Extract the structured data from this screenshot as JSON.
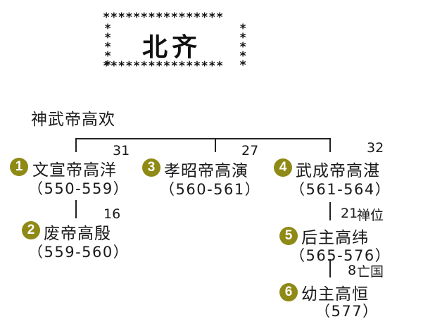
{
  "title": {
    "text": "北齐",
    "star_row": "****************",
    "star_col": "*\n*\n*\n*\n*"
  },
  "root": {
    "name": "神武帝高欢"
  },
  "rulers": [
    {
      "badge": "1",
      "name": "文宣帝高洋",
      "years": "（550-559）",
      "age": "31"
    },
    {
      "badge": "2",
      "name": "废帝高殷",
      "years": "（559-560）",
      "age": "16"
    },
    {
      "badge": "3",
      "name": "孝昭帝高演",
      "years": "（560-561）",
      "age": "27"
    },
    {
      "badge": "4",
      "name": "武成帝高湛",
      "years": "（561-564）",
      "age": "32"
    },
    {
      "badge": "5",
      "name": "后主高纬",
      "years": "（565-576）",
      "age": "21",
      "note": "禅位"
    },
    {
      "badge": "6",
      "name": "幼主高恒",
      "years": "（577）",
      "age": "8",
      "note": "亡国"
    }
  ],
  "colors": {
    "badge": "#8f8a16",
    "line": "#222222"
  }
}
